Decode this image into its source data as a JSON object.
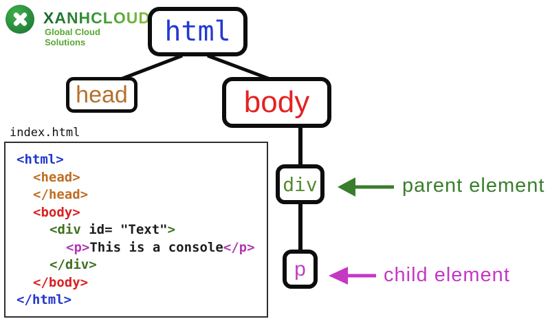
{
  "logo": {
    "brand": "XANHCLOUD",
    "tagline": "Global Cloud Solutions",
    "icon": "x-mark-icon",
    "brand_color": "#2f9235",
    "tagline_color": "#57a733"
  },
  "tree": {
    "nodes": [
      {
        "id": "html",
        "label": "html",
        "color": "#2438d2"
      },
      {
        "id": "head",
        "label": "head",
        "color": "#b5702d"
      },
      {
        "id": "body",
        "label": "body",
        "color": "#e32222"
      },
      {
        "id": "div",
        "label": "div",
        "color": "#568b31"
      },
      {
        "id": "p",
        "label": "p",
        "color": "#c03ec0"
      }
    ],
    "edges": [
      "html-head",
      "html-body",
      "body-div",
      "div-p"
    ]
  },
  "annotations": {
    "parent": {
      "label": "parent element",
      "color": "#3a7d2c",
      "arrow": "left-arrow"
    },
    "child": {
      "label": "child element",
      "color": "#c438c4",
      "arrow": "left-arrow"
    }
  },
  "code_panel": {
    "filename": "index.html",
    "lines": [
      {
        "indent": 0,
        "tokens": [
          {
            "text": "<html>",
            "color": "blue"
          }
        ]
      },
      {
        "indent": 1,
        "tokens": [
          {
            "text": "<head>",
            "color": "orange"
          }
        ]
      },
      {
        "indent": 1,
        "tokens": [
          {
            "text": "</head>",
            "color": "orange"
          }
        ]
      },
      {
        "indent": 1,
        "tokens": [
          {
            "text": "<body>",
            "color": "red"
          }
        ]
      },
      {
        "indent": 2,
        "tokens": [
          {
            "text": "<div",
            "color": "green"
          },
          {
            "text": " id= \"Text\"",
            "color": "black"
          },
          {
            "text": ">",
            "color": "green"
          }
        ]
      },
      {
        "indent": 3,
        "tokens": [
          {
            "text": "<p>",
            "color": "magenta"
          },
          {
            "text": "This is a console",
            "color": "black"
          },
          {
            "text": "</p>",
            "color": "magenta"
          }
        ]
      },
      {
        "indent": 2,
        "tokens": [
          {
            "text": "</div>",
            "color": "green"
          }
        ]
      },
      {
        "indent": 1,
        "tokens": [
          {
            "text": "</body>",
            "color": "red"
          }
        ]
      },
      {
        "indent": 0,
        "tokens": [
          {
            "text": "</html>",
            "color": "blue"
          }
        ]
      }
    ]
  }
}
